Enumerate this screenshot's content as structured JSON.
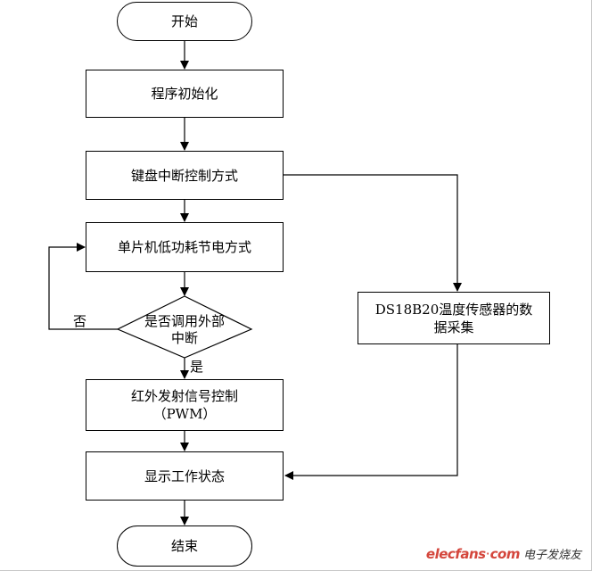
{
  "nodes": {
    "start": "开始",
    "init": "程序初始化",
    "keyboard": "键盘中断控制方式",
    "lowpower": "单片机低功耗节电方式",
    "decision_line1": "是否调用外部",
    "decision_line2": "中断",
    "ir_line1": "红外发射信号控制",
    "ir_line2": "（PWM）",
    "ds18b20_line1": "DS18B20温度传感器的数",
    "ds18b20_line2": "据采集",
    "display": "显示工作状态",
    "end": "结束"
  },
  "labels": {
    "no": "否",
    "yes": "是"
  },
  "watermark": {
    "brand": "elecfans",
    "dot": "·",
    "tld": "com",
    "cn": "电子发烧友"
  }
}
